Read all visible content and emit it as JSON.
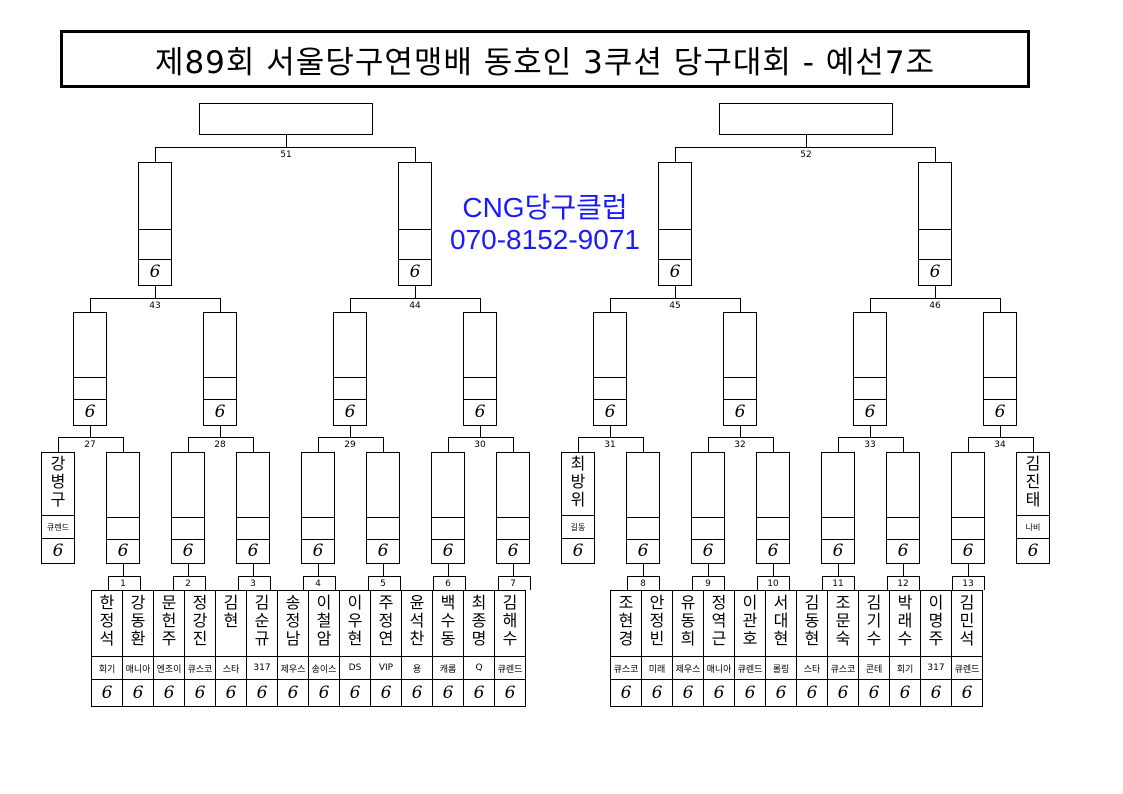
{
  "title": "제89회 서울당구연맹배 동호인 3쿠션 당구대회 - 예선7조",
  "ad": {
    "line1": "CNG당구클럽",
    "line2": "070-8152-9071"
  },
  "game_glyph": "6",
  "match_numbers": {
    "final": [
      "51",
      "52"
    ],
    "r3": [
      "43",
      "44",
      "45",
      "46"
    ],
    "r2": [
      "27",
      "28",
      "29",
      "30",
      "31",
      "32",
      "33",
      "34"
    ],
    "r1": [
      "1",
      "2",
      "3",
      "4",
      "5",
      "6",
      "7",
      "8",
      "9",
      "10",
      "11",
      "12",
      "13"
    ]
  },
  "byes": [
    {
      "name": "강병구",
      "club": "큐렌드"
    },
    {
      "name": "최방위",
      "club": "길동"
    },
    {
      "name": "김진태",
      "club": "나비"
    }
  ],
  "left_players": [
    {
      "name": "한정석",
      "club": "회기"
    },
    {
      "name": "강동환",
      "club": "매니아"
    },
    {
      "name": "문헌주",
      "club": "엔조이"
    },
    {
      "name": "정강진",
      "club": "큐스코"
    },
    {
      "name": "김현",
      "club": "스타"
    },
    {
      "name": "김순규",
      "club": "317"
    },
    {
      "name": "송정남",
      "club": "제우스"
    },
    {
      "name": "이철암",
      "club": "송이스"
    },
    {
      "name": "이우현",
      "club": "DS"
    },
    {
      "name": "주정연",
      "club": "VIP"
    },
    {
      "name": "윤석찬",
      "club": "용"
    },
    {
      "name": "백수동",
      "club": "캐롬"
    },
    {
      "name": "최종명",
      "club": "Q"
    },
    {
      "name": "김해수",
      "club": "큐렌드"
    }
  ],
  "right_players": [
    {
      "name": "조현경",
      "club": "큐스코"
    },
    {
      "name": "안정빈",
      "club": "미래"
    },
    {
      "name": "유동희",
      "club": "제우스"
    },
    {
      "name": "정역근",
      "club": "매니아"
    },
    {
      "name": "이관호",
      "club": "큐렌드"
    },
    {
      "name": "서대현",
      "club": "롤링"
    },
    {
      "name": "김동현",
      "club": "스타"
    },
    {
      "name": "조문숙",
      "club": "큐스코"
    },
    {
      "name": "김기수",
      "club": "콘테"
    },
    {
      "name": "박래수",
      "club": "회기"
    },
    {
      "name": "이명주",
      "club": "317"
    },
    {
      "name": "김민석",
      "club": "큐렌드"
    }
  ]
}
